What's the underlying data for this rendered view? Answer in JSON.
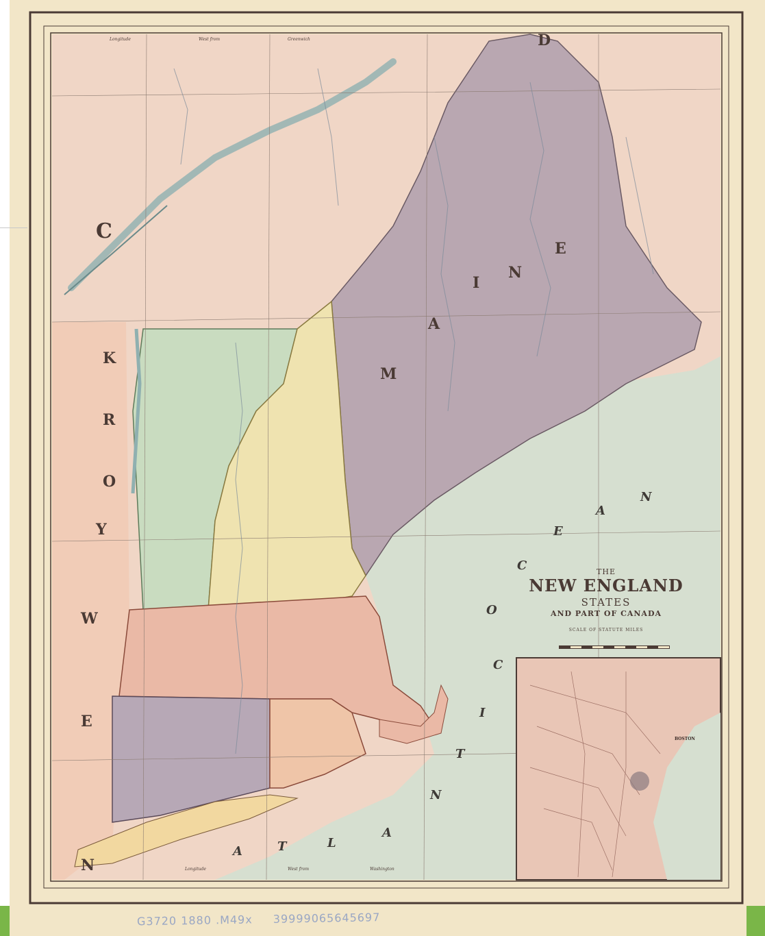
{
  "map": {
    "title_the": "THE",
    "title_main": "NEW ENGLAND",
    "title_states": "STATES",
    "title_sub": "AND PART OF CANADA",
    "scale_caption": "SCALE OF STATUTE MILES",
    "inset_label": "BOSTON",
    "call_number": "G3720 1880 .M49x",
    "barcode_number": "39999065645697",
    "header_left": "Longitude",
    "header_mid": "West from",
    "header_right": "Greenwich",
    "footer_left": "Longitude",
    "footer_mid": "West from",
    "footer_right": "Washington",
    "letters": {
      "canada_c": "C",
      "dominion_d": "D",
      "new_york": [
        "N",
        "E",
        "W",
        "Y",
        "O",
        "R",
        "K"
      ],
      "maine": [
        "M",
        "A",
        "I",
        "N",
        "E"
      ],
      "ocean_atlantic": [
        "A",
        "T",
        "L",
        "A",
        "N",
        "T",
        "I",
        "C"
      ],
      "ocean_word": [
        "O",
        "C",
        "E",
        "A",
        "N"
      ]
    },
    "colors": {
      "paper": "#f2e6c8",
      "maine": "#b9a7b1",
      "vermont": "#c9dcc0",
      "new_hampshire": "#efe3b0",
      "massachusetts": "#eab9a6",
      "connecticut": "#b7a8b6",
      "rhode_island": "#efc5a8",
      "ocean": "#d6dfd0",
      "canada": "#f0d6c6",
      "new_york": "#f1ccb7",
      "border_ink": "#4a3a34",
      "accent_green": "#7ab648"
    }
  }
}
